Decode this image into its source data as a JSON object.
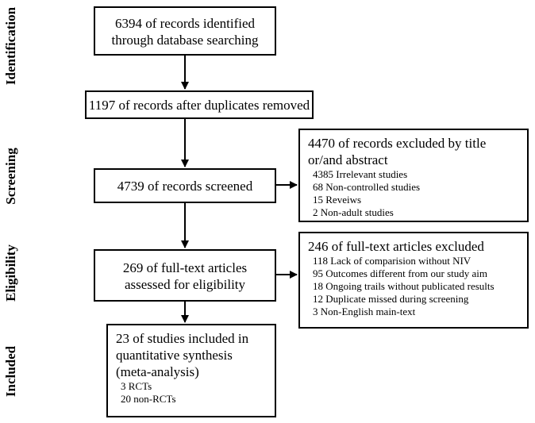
{
  "stages": {
    "identification": "Identification",
    "screening": "Screening",
    "eligibility": "Eligibility",
    "included": "Included"
  },
  "boxes": {
    "identified": {
      "line1": "6394 of records identified",
      "line2": "through database searching"
    },
    "duplicates": {
      "text": "1197 of records after duplicates removed"
    },
    "screened": {
      "text": "4739 of records screened"
    },
    "excluded_title": {
      "heading1": "4470 of records excluded by title",
      "heading2": "or/and abstract",
      "items": [
        "4385 Irrelevant studies",
        "68 Non-controlled studies",
        "15 Reveiws",
        "2 Non-adult studies"
      ]
    },
    "fulltext": {
      "line1": "269 of full-text articles",
      "line2": "assessed for eligibility"
    },
    "excluded_fulltext": {
      "heading": "246 of full-text articles excluded",
      "items": [
        "118 Lack of comparision without NIV",
        "95 Outcomes different from our study aim",
        "18 Ongoing trails without publicated results",
        "12 Duplicate missed during screening",
        "3 Non-English main-text"
      ]
    },
    "included": {
      "line1": "23 of studies included in",
      "line2": "quantitative synthesis",
      "line3": "(meta-analysis)",
      "items": [
        "3 RCTs",
        "20 non-RCTs"
      ]
    }
  }
}
